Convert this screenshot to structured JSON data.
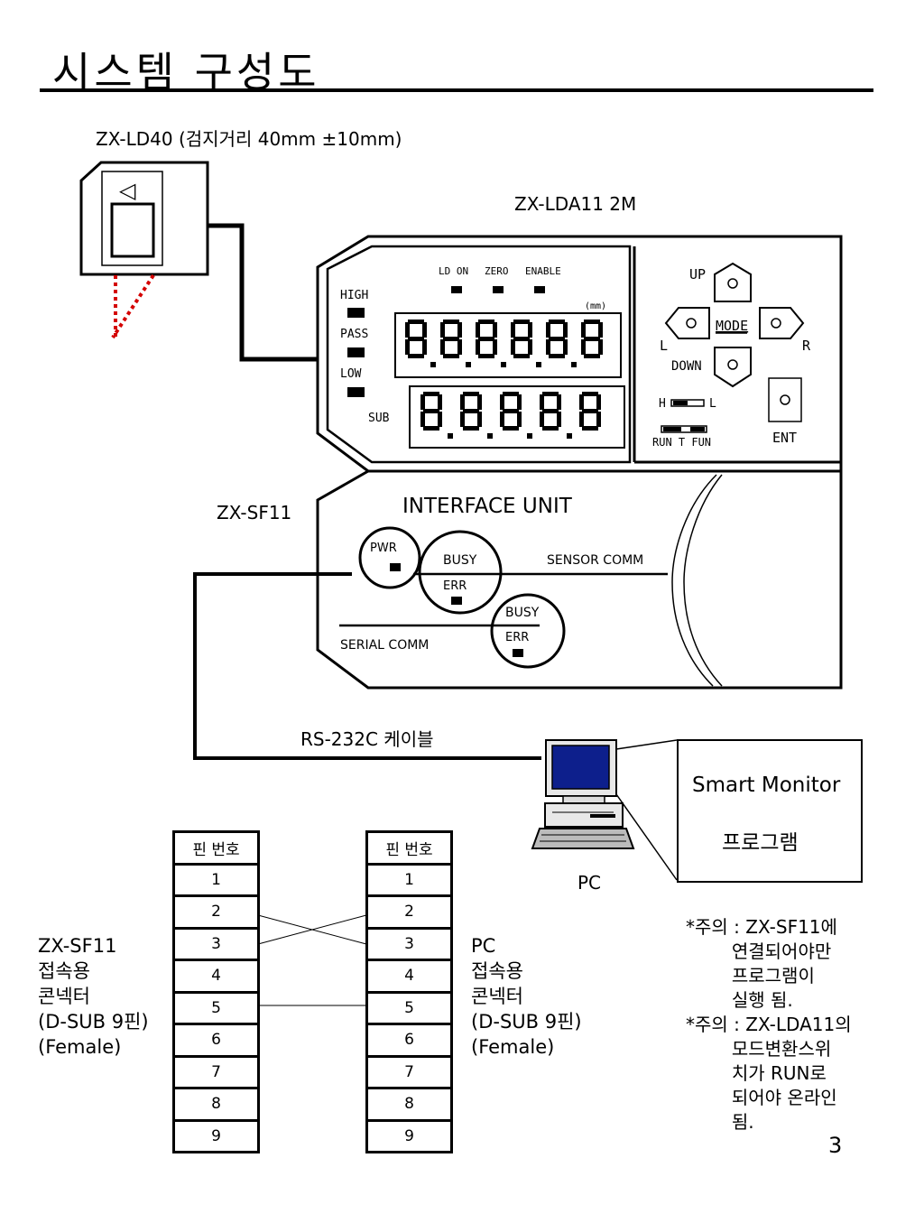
{
  "page": {
    "title": "시스템 구성도",
    "page_number": "3"
  },
  "sensor": {
    "label": "ZX-LD40 (검지거리 40mm ±10mm)",
    "arrow_glyph": "◁"
  },
  "amplifier": {
    "label": "ZX-LDA11 2M",
    "indicators": {
      "ld_on": "LD ON",
      "zero": "ZERO",
      "enable": "ENABLE"
    },
    "status": {
      "high": "HIGH",
      "pass": "PASS",
      "low": "LOW",
      "sub": "SUB"
    },
    "unit": "(mm)",
    "main_display": "8.8.8.8.8.8",
    "sub_display": "8.8.8.8.8",
    "keys": {
      "up": "UP",
      "down": "DOWN",
      "mode": "MODE",
      "left": "L",
      "right": "R",
      "ent": "ENT"
    },
    "switches": {
      "h": "H",
      "l": "L",
      "run_t_fun": "RUN T FUN"
    }
  },
  "interface_unit": {
    "label": "ZX-SF11",
    "title": "INTERFACE UNIT",
    "pwr": "PWR",
    "busy1": "BUSY",
    "err1": "ERR",
    "sensor_comm": "SENSOR COMM",
    "busy2": "BUSY",
    "err2": "ERR",
    "serial_comm": "SERIAL COMM"
  },
  "cable": {
    "label": "RS-232C 케이블"
  },
  "pc": {
    "label": "PC",
    "software_line1": "Smart Monitor",
    "software_line2": "프로그램"
  },
  "left_connector": {
    "label": "ZX-SF11\n접속용\n콘넥터\n(D-SUB 9핀)\n(Female)",
    "header": "핀 번호",
    "pins": [
      "1",
      "2",
      "3",
      "4",
      "5",
      "6",
      "7",
      "8",
      "9"
    ]
  },
  "right_connector": {
    "label": "PC\n접속용\n콘넥터\n(D-SUB 9핀)\n(Female)",
    "header": "핀 번호",
    "pins": [
      "1",
      "2",
      "3",
      "4",
      "5",
      "6",
      "7",
      "8",
      "9"
    ]
  },
  "notes": {
    "note1": "*주의 : ZX-SF11에\n        연결되어야만\n        프로그램이\n        실행 됨.",
    "note2": "*주의 : ZX-LDA11의\n        모드변환스위\n        치가 RUN로\n        되어야 온라인\n        됨."
  }
}
